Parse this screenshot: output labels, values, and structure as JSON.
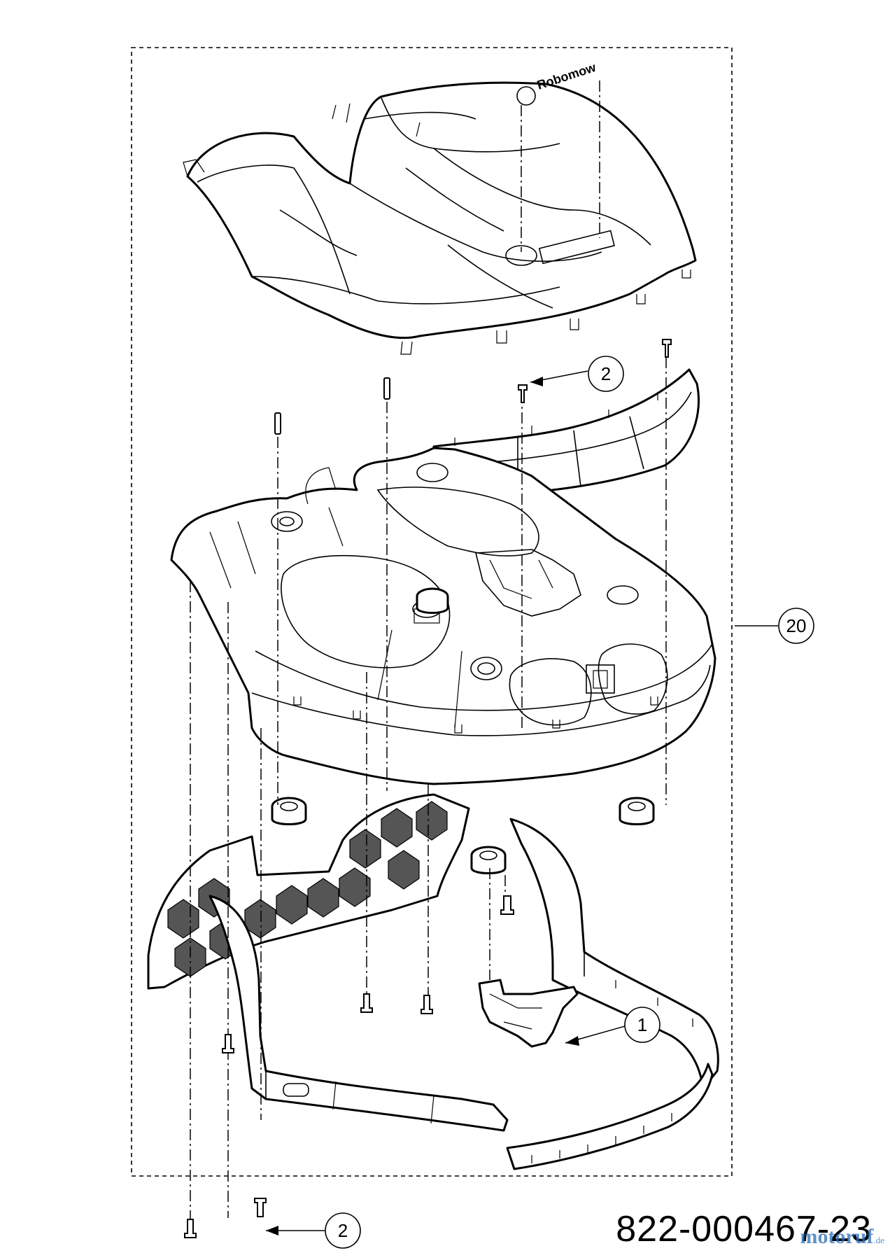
{
  "diagram": {
    "brand_logo_text": "Robomow",
    "callouts": [
      "2",
      "20",
      "1",
      "2"
    ],
    "part_number": "822-000467-23",
    "watermark": {
      "text": "motoruf",
      "suffix": ".de"
    }
  }
}
